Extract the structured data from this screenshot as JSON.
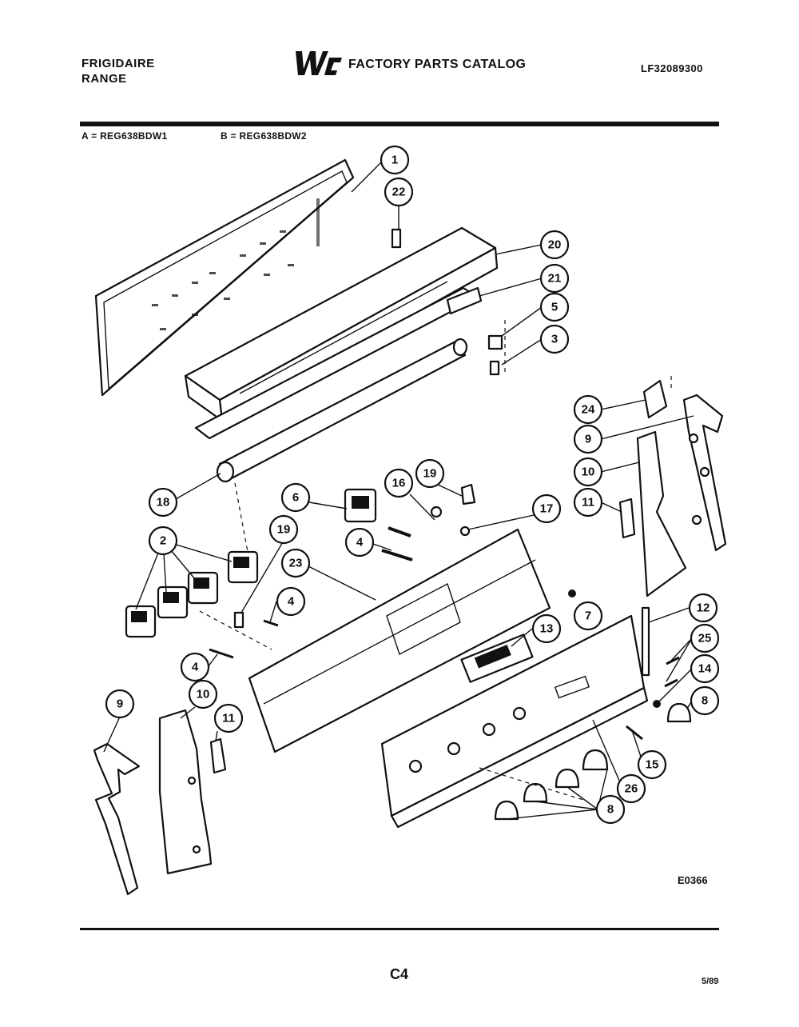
{
  "header": {
    "brand_line1": "FRIGIDAIRE",
    "brand_line2": "RANGE",
    "logo_text": "WCI",
    "catalog_title": "FACTORY PARTS CATALOG",
    "catalog_number": "LF32089300"
  },
  "models": {
    "a": "A = REG638BDW1",
    "b": "B = REG638BDW2"
  },
  "callouts": [
    "1",
    "22",
    "20",
    "21",
    "5",
    "3",
    "24",
    "9",
    "10",
    "11",
    "18",
    "16",
    "19",
    "6",
    "17",
    "4",
    "2",
    "19",
    "23",
    "4",
    "7",
    "12",
    "13",
    "25",
    "14",
    "8",
    "4",
    "9",
    "10",
    "11",
    "15",
    "26",
    "8"
  ],
  "footer": {
    "drawing_code": "E0366",
    "page_number": "C4",
    "date": "5/89"
  }
}
